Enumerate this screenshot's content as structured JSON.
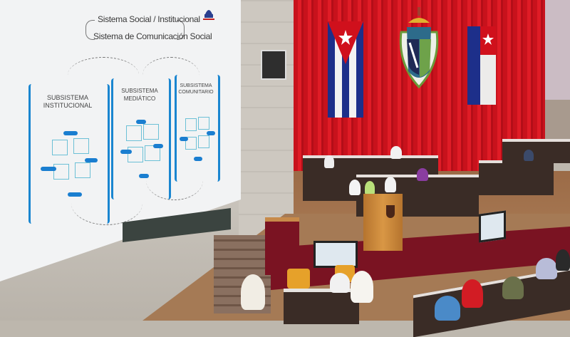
{
  "scene": {
    "description": "Parliamentary session hall with projected presentation slide, Cuban flags and coat of arms on red curtain",
    "colors": {
      "curtain": "#d4141e",
      "slide_bg": "#f2f3f4",
      "slide_accent": "#1a86d0",
      "dais": "#7a1322",
      "floor": "#a57a55"
    }
  },
  "slide": {
    "title_line_1": "Sistema Social / Institucional",
    "title_line_2": "Sistema de Comunicación Social",
    "logo": "asamblea-nacional-logo",
    "subsystems": [
      {
        "label_1": "SUBSISTEMA",
        "label_2": "INSTITUCIONAL"
      },
      {
        "label_1": "SUBSISTEMA",
        "label_2": "MEDIÁTICO"
      },
      {
        "label_1": "SUBSISTEMA",
        "label_2": "COMUNITARIO"
      }
    ]
  },
  "backdrop": {
    "left_flag": "cuban-flag",
    "center_emblem": "cuban-coat-of-arms",
    "right_flag": "cuban-flag"
  }
}
